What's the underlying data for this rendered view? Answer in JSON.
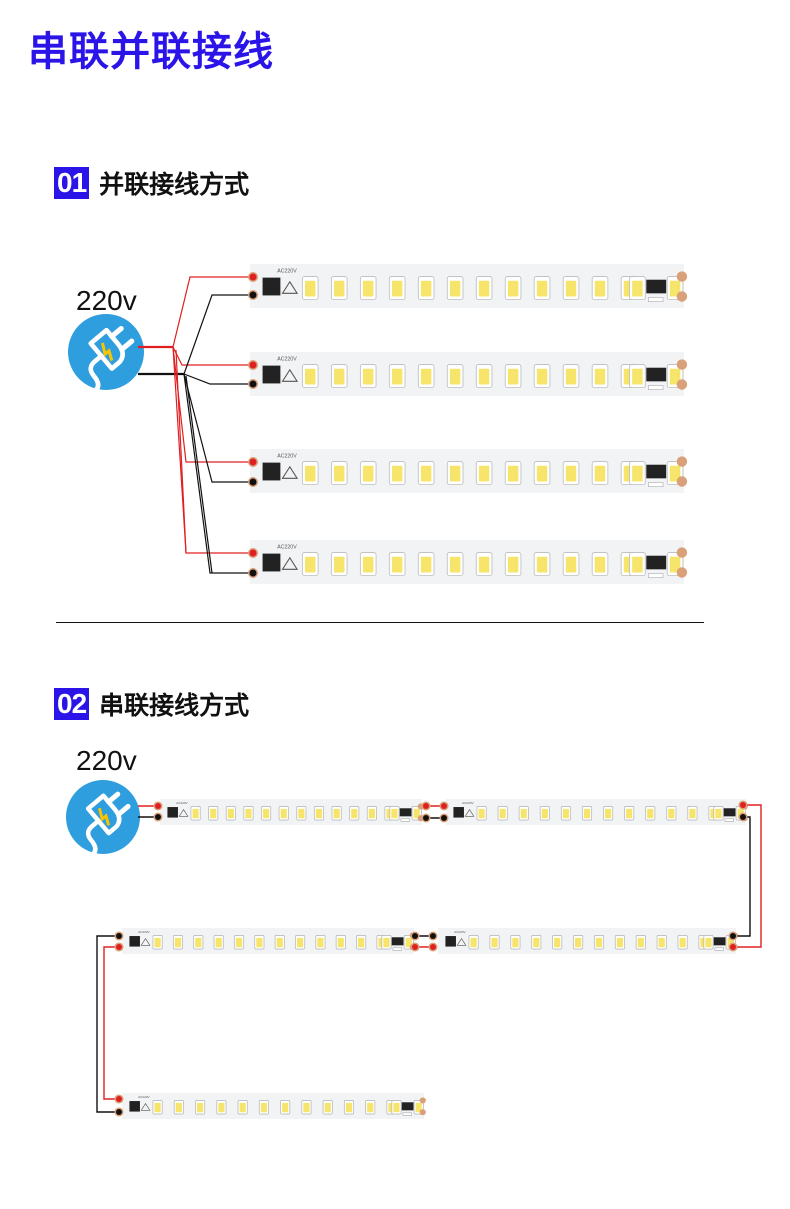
{
  "title": "串联并联接线",
  "colors": {
    "accent": "#2a14e8",
    "plug_bg": "#2f9ede",
    "wire_live": "#e02020",
    "wire_neutral": "#111111",
    "strip_bg": "#f1f3f5",
    "led": "#f7e46a",
    "bolt": "#f6c400"
  },
  "sections": [
    {
      "number": "01",
      "title": "并联接线方式",
      "voltage": "220v",
      "mode": "parallel",
      "strip_count": 4
    },
    {
      "number": "02",
      "title": "串联接线方式",
      "voltage": "220v",
      "mode": "series",
      "strip_count": 5
    }
  ],
  "strip": {
    "label": "AC220V",
    "leds_per_strip": 12,
    "icons": [
      "warning-triangle-icon",
      "driver-chip-icon"
    ]
  },
  "power_source": {
    "icon": "power-plug-icon"
  }
}
